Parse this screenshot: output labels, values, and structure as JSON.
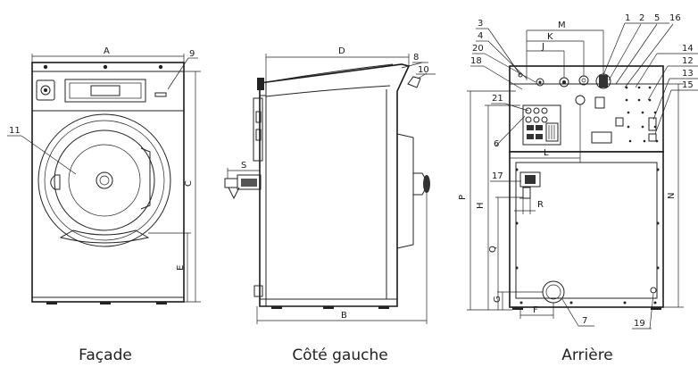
{
  "views": {
    "front": {
      "caption": "Façade",
      "labels": {
        "a": "A",
        "c": "C",
        "e": "E",
        "n9": "9",
        "n11": "11"
      }
    },
    "side": {
      "caption": "Côté gauche",
      "labels": {
        "d": "D",
        "b": "B",
        "s": "S",
        "n8": "8",
        "n10": "10"
      }
    },
    "rear": {
      "caption": "Arrière",
      "labels": {
        "m": "M",
        "k": "K",
        "j": "J",
        "l": "L",
        "f": "F",
        "g": "G",
        "h": "H",
        "p": "P",
        "q": "Q",
        "r": "R",
        "n": "N",
        "n1": "1",
        "n2": "2",
        "n3": "3",
        "n4": "4",
        "n5": "5",
        "n6": "6",
        "n7": "7",
        "n12": "12",
        "n13": "13",
        "n14": "14",
        "n15": "15",
        "n16": "16",
        "n17": "17",
        "n18": "18",
        "n19": "19",
        "n20": "20",
        "n21": "21"
      }
    }
  }
}
